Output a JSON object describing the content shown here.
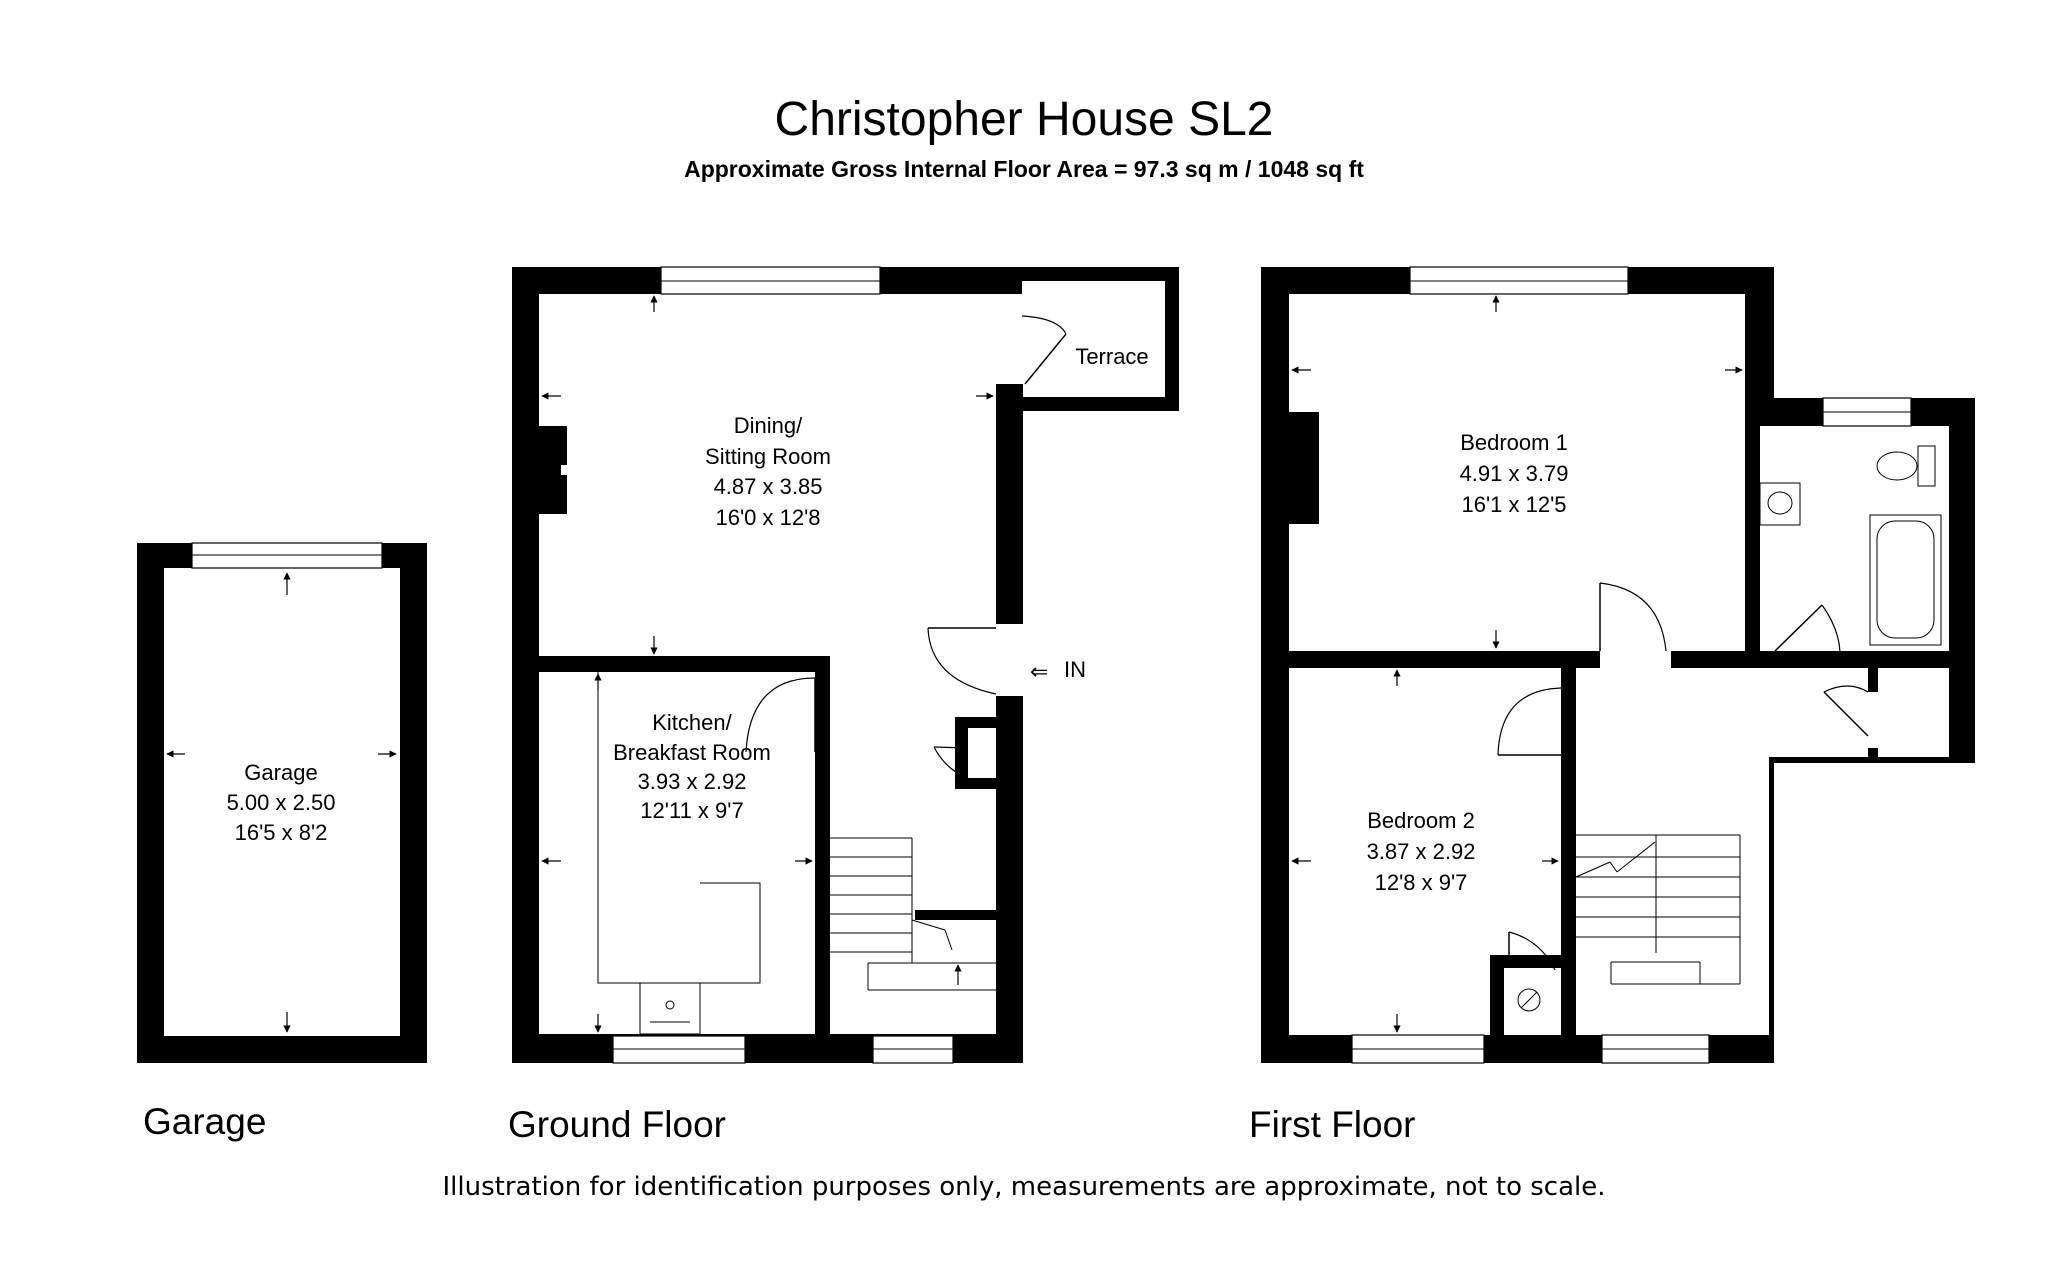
{
  "header": {
    "title": "Christopher House SL2",
    "subtitle": "Approximate Gross Internal Floor Area = 97.3 sq m / 1048 sq ft"
  },
  "floors": {
    "garage": "Garage",
    "ground": "Ground Floor",
    "first": "First Floor"
  },
  "rooms": {
    "garage": {
      "name": "Garage",
      "metric": "5.00 x 2.50",
      "imperial": "16'5 x 8'2"
    },
    "dining": {
      "name_line1": "Dining/",
      "name_line2": "Sitting Room",
      "metric": "4.87 x 3.85",
      "imperial": "16'0 x 12'8"
    },
    "terrace": {
      "name": "Terrace"
    },
    "kitchen": {
      "name_line1": "Kitchen/",
      "name_line2": "Breakfast Room",
      "metric": "3.93 x 2.92",
      "imperial": "12'11 x 9'7"
    },
    "bedroom1": {
      "name": "Bedroom 1",
      "metric": "4.91 x 3.79",
      "imperial": "16'1 x 12'5"
    },
    "bedroom2": {
      "name": "Bedroom 2",
      "metric": "3.87 x 2.92",
      "imperial": "12'8 x 9'7"
    }
  },
  "entrance": {
    "label": "IN",
    "arrow": "⇐"
  },
  "footer": {
    "disclaimer": "Illustration for identification purposes only, measurements are approximate, not to scale."
  }
}
